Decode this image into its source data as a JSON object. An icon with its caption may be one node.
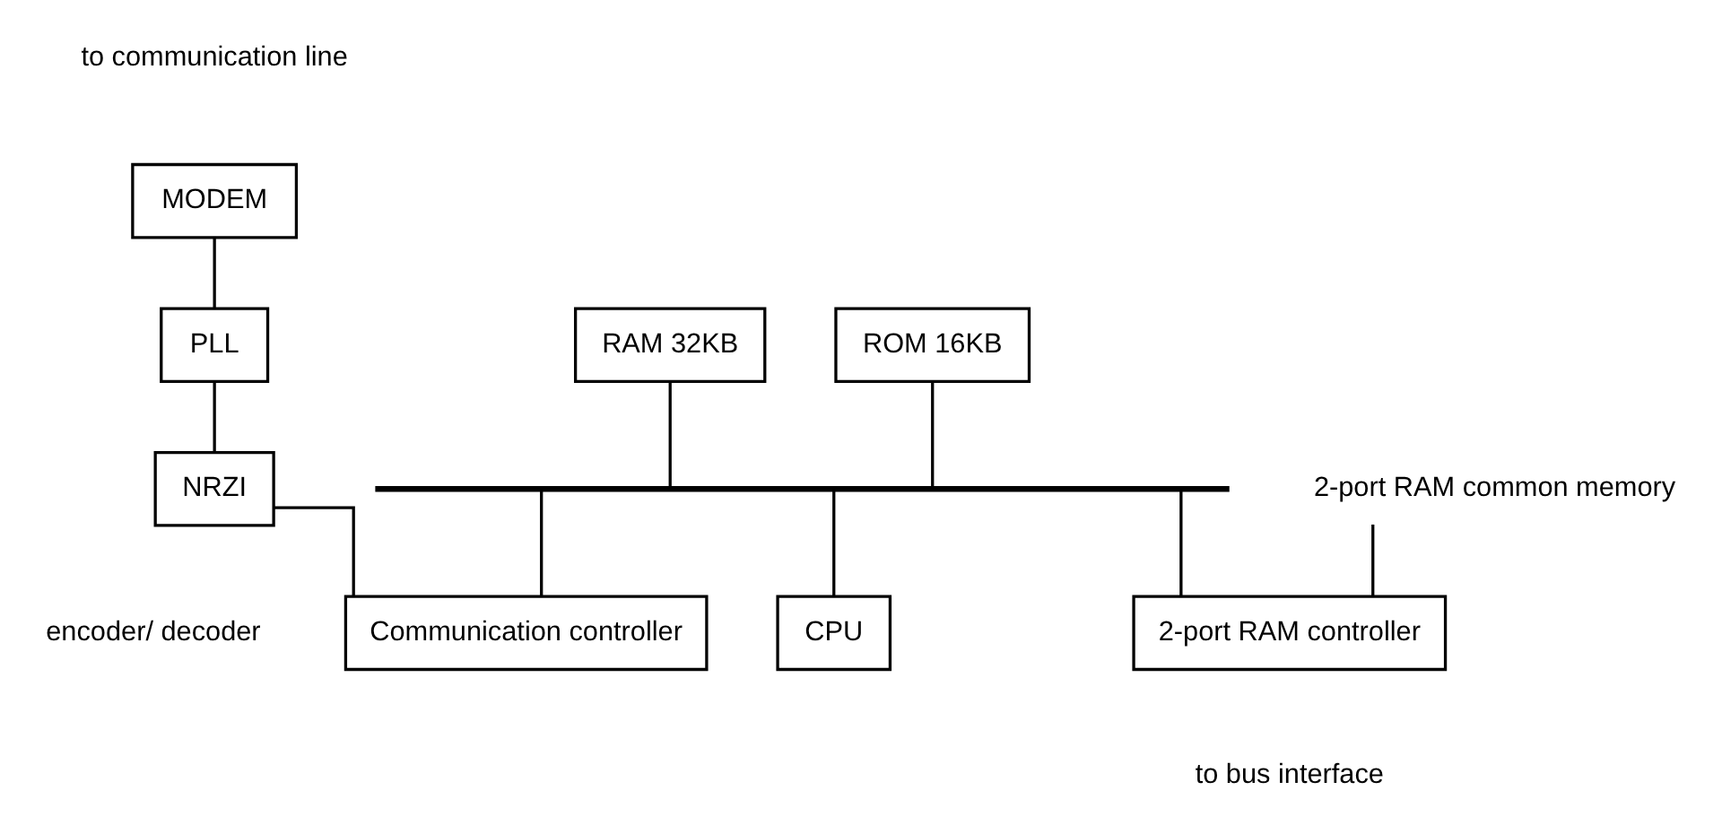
{
  "diagram": {
    "nodes": [
      {
        "text": [
          "2-port RAM common memory"
        ]
      },
      {
        "text": [
          "MODEM"
        ]
      },
      {
        "text": [
          "ROM 16KB"
        ]
      },
      {
        "text": [
          "RAM 32KB"
        ]
      },
      {
        "text": [
          "PLL"
        ]
      },
      {
        "text": [],
        "shape": "bar"
      },
      {
        "text": [
          "2-port RAM controller"
        ]
      },
      {
        "text": [
          "NRZI"
        ],
        "beside": [
          "encoder/ decoder"
        ]
      },
      {
        "text": [
          "Communication controller"
        ]
      },
      {
        "text": [
          "CPU"
        ]
      }
    ],
    "edges": [
      {
        "from": 0,
        "to": 6,
        "arrow": "none"
      },
      {
        "from": 1,
        "to": 4,
        "arrow": "none"
      },
      {
        "from": 4,
        "to": 7,
        "arrow": "none"
      },
      {
        "from": 2,
        "to": 5,
        "arrow": "none"
      },
      {
        "from": 3,
        "to": 5,
        "arrow": "none"
      },
      {
        "from": 5,
        "to": 6,
        "arrow": "none"
      },
      {
        "from": 5,
        "to": 8,
        "arrow": "none"
      },
      {
        "from": 5,
        "to": 9,
        "arrow": "none"
      },
      {
        "from": 7,
        "to": 8,
        "arrow": "none"
      }
    ],
    "labels": [
      "to communication line",
      "to bus interface"
    ]
  }
}
